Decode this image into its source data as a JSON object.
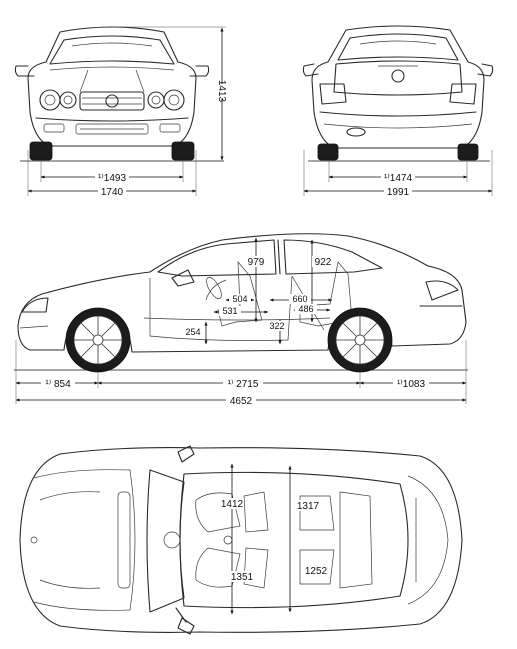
{
  "front_view": {
    "track_width": "¹⁾1493",
    "overall_width": "1740",
    "height": "1413"
  },
  "rear_view": {
    "track_width": "¹⁾1474",
    "overall_width": "1991"
  },
  "side_view": {
    "front_overhang": "¹⁾ 854",
    "wheelbase": "¹⁾ 2715",
    "rear_overhang": "¹⁾1083",
    "overall_length": "4652",
    "front_headroom": "979",
    "rear_headroom": "922",
    "front_seat_depth": "504",
    "front_seat_legroom": "531",
    "rear_legroom": "660",
    "rear_seat_depth": "486",
    "front_seat_height": "254",
    "rear_seat_height": "322"
  },
  "top_view": {
    "front_shoulder_width": "1412",
    "rear_shoulder_width": "1317",
    "front_elbow_width": "1351",
    "rear_elbow_width": "1252"
  },
  "colors": {
    "line": "#2a2a2a",
    "background": "#ffffff"
  }
}
